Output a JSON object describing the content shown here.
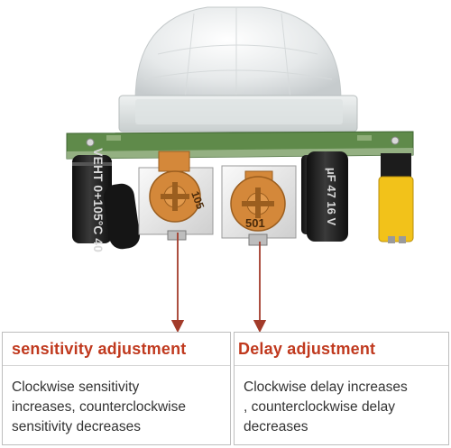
{
  "scene": {
    "description_items": [
      "pir-dome",
      "pcb-board",
      "capacitors",
      "potentiometers",
      "arrows"
    ],
    "pot_labels": [
      "105",
      "501"
    ],
    "cap_label_left": "VEHT 0+105°C 40",
    "cap_label_right": "μF 47 16 V",
    "colors": {
      "pcb": "#5f8a4a",
      "pot": "#d4883a",
      "capacitor": "#1a1a1a",
      "yellow_part": "#f2c21a",
      "arrow": "#a23b2a",
      "title_red": "#c0391e"
    }
  },
  "left_panel": {
    "title": "sensitivity adjustment",
    "body": "Clockwise sensitivity\nincreases, counterclockwise\n sensitivity decreases"
  },
  "right_panel": {
    "title": "Delay adjustment",
    "body": "Clockwise delay increases\n, counterclockwise delay\ndecreases"
  }
}
